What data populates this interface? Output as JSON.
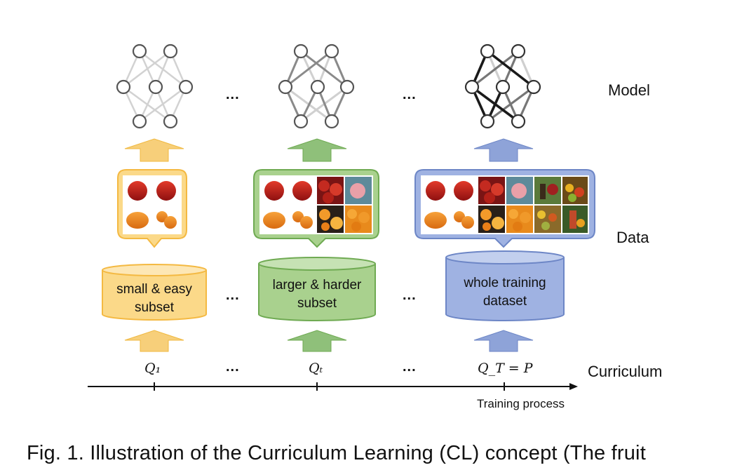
{
  "labels": {
    "model": "Model",
    "data": "Data",
    "curriculum": "Curriculum",
    "training_process": "Training process",
    "ellipsis": "..."
  },
  "stages": [
    {
      "subset_line1": "small & easy",
      "subset_line2": "subset",
      "q_label": "Q₁",
      "color": "#f4b942",
      "fill": "#fbd989",
      "arrow": "#f7cf7a"
    },
    {
      "subset_line1": "larger & harder",
      "subset_line2": "subset",
      "q_label": "Qₜ",
      "color": "#6faa52",
      "fill": "#a9d18e",
      "arrow": "#8fc07a"
    },
    {
      "subset_line1": "whole training",
      "subset_line2": "dataset",
      "q_label": "Q_T = P",
      "color": "#6d86c6",
      "fill": "#9fb2e2",
      "arrow": "#8ea3d8"
    }
  ],
  "caption": "Fig. 1. Illustration of the Curriculum Learning (CL) concept (The fruit"
}
